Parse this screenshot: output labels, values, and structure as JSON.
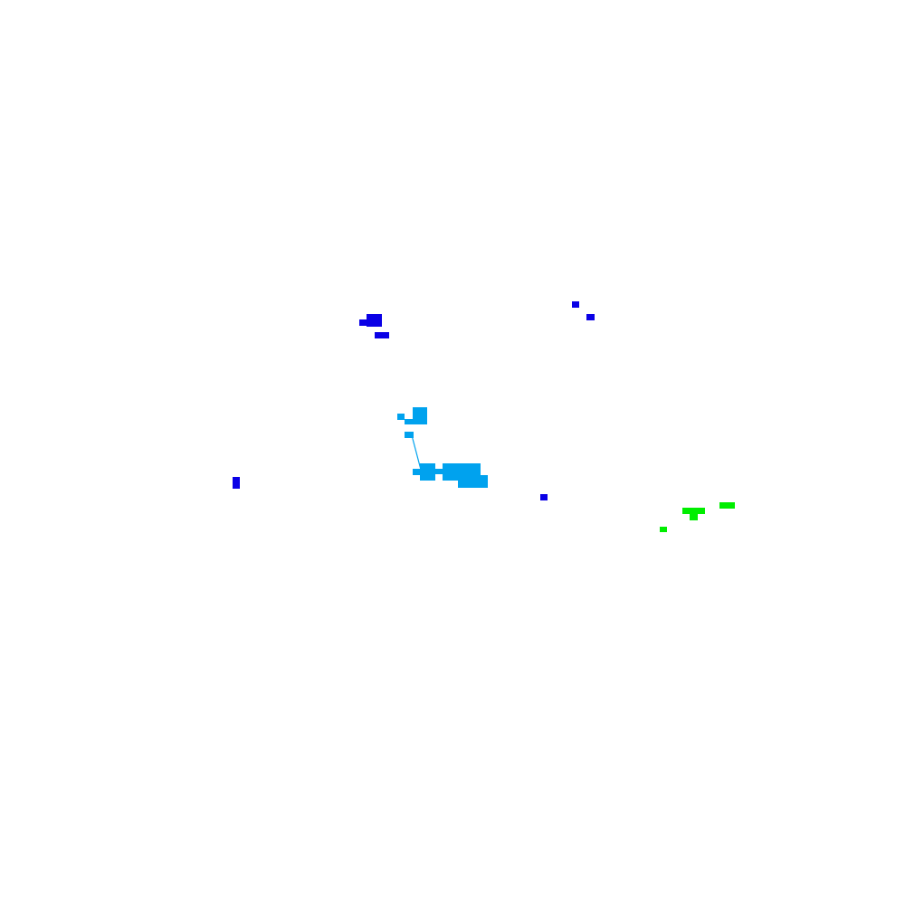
{
  "colors": {
    "background": "#ffffff",
    "dark_blue": "#0a00e6",
    "light_blue": "#00a2ee",
    "green": "#00ee00"
  },
  "groups": [
    {
      "name": "upper-left-dark-blue-cluster",
      "color_key": "dark_blue"
    },
    {
      "name": "upper-right-dark-blue-markers",
      "color_key": "dark_blue"
    },
    {
      "name": "left-dark-blue-marker",
      "color_key": "dark_blue"
    },
    {
      "name": "central-light-blue-cluster",
      "color_key": "light_blue"
    },
    {
      "name": "center-right-dark-blue-marker",
      "color_key": "dark_blue"
    },
    {
      "name": "lower-right-green-cluster",
      "color_key": "green"
    }
  ]
}
